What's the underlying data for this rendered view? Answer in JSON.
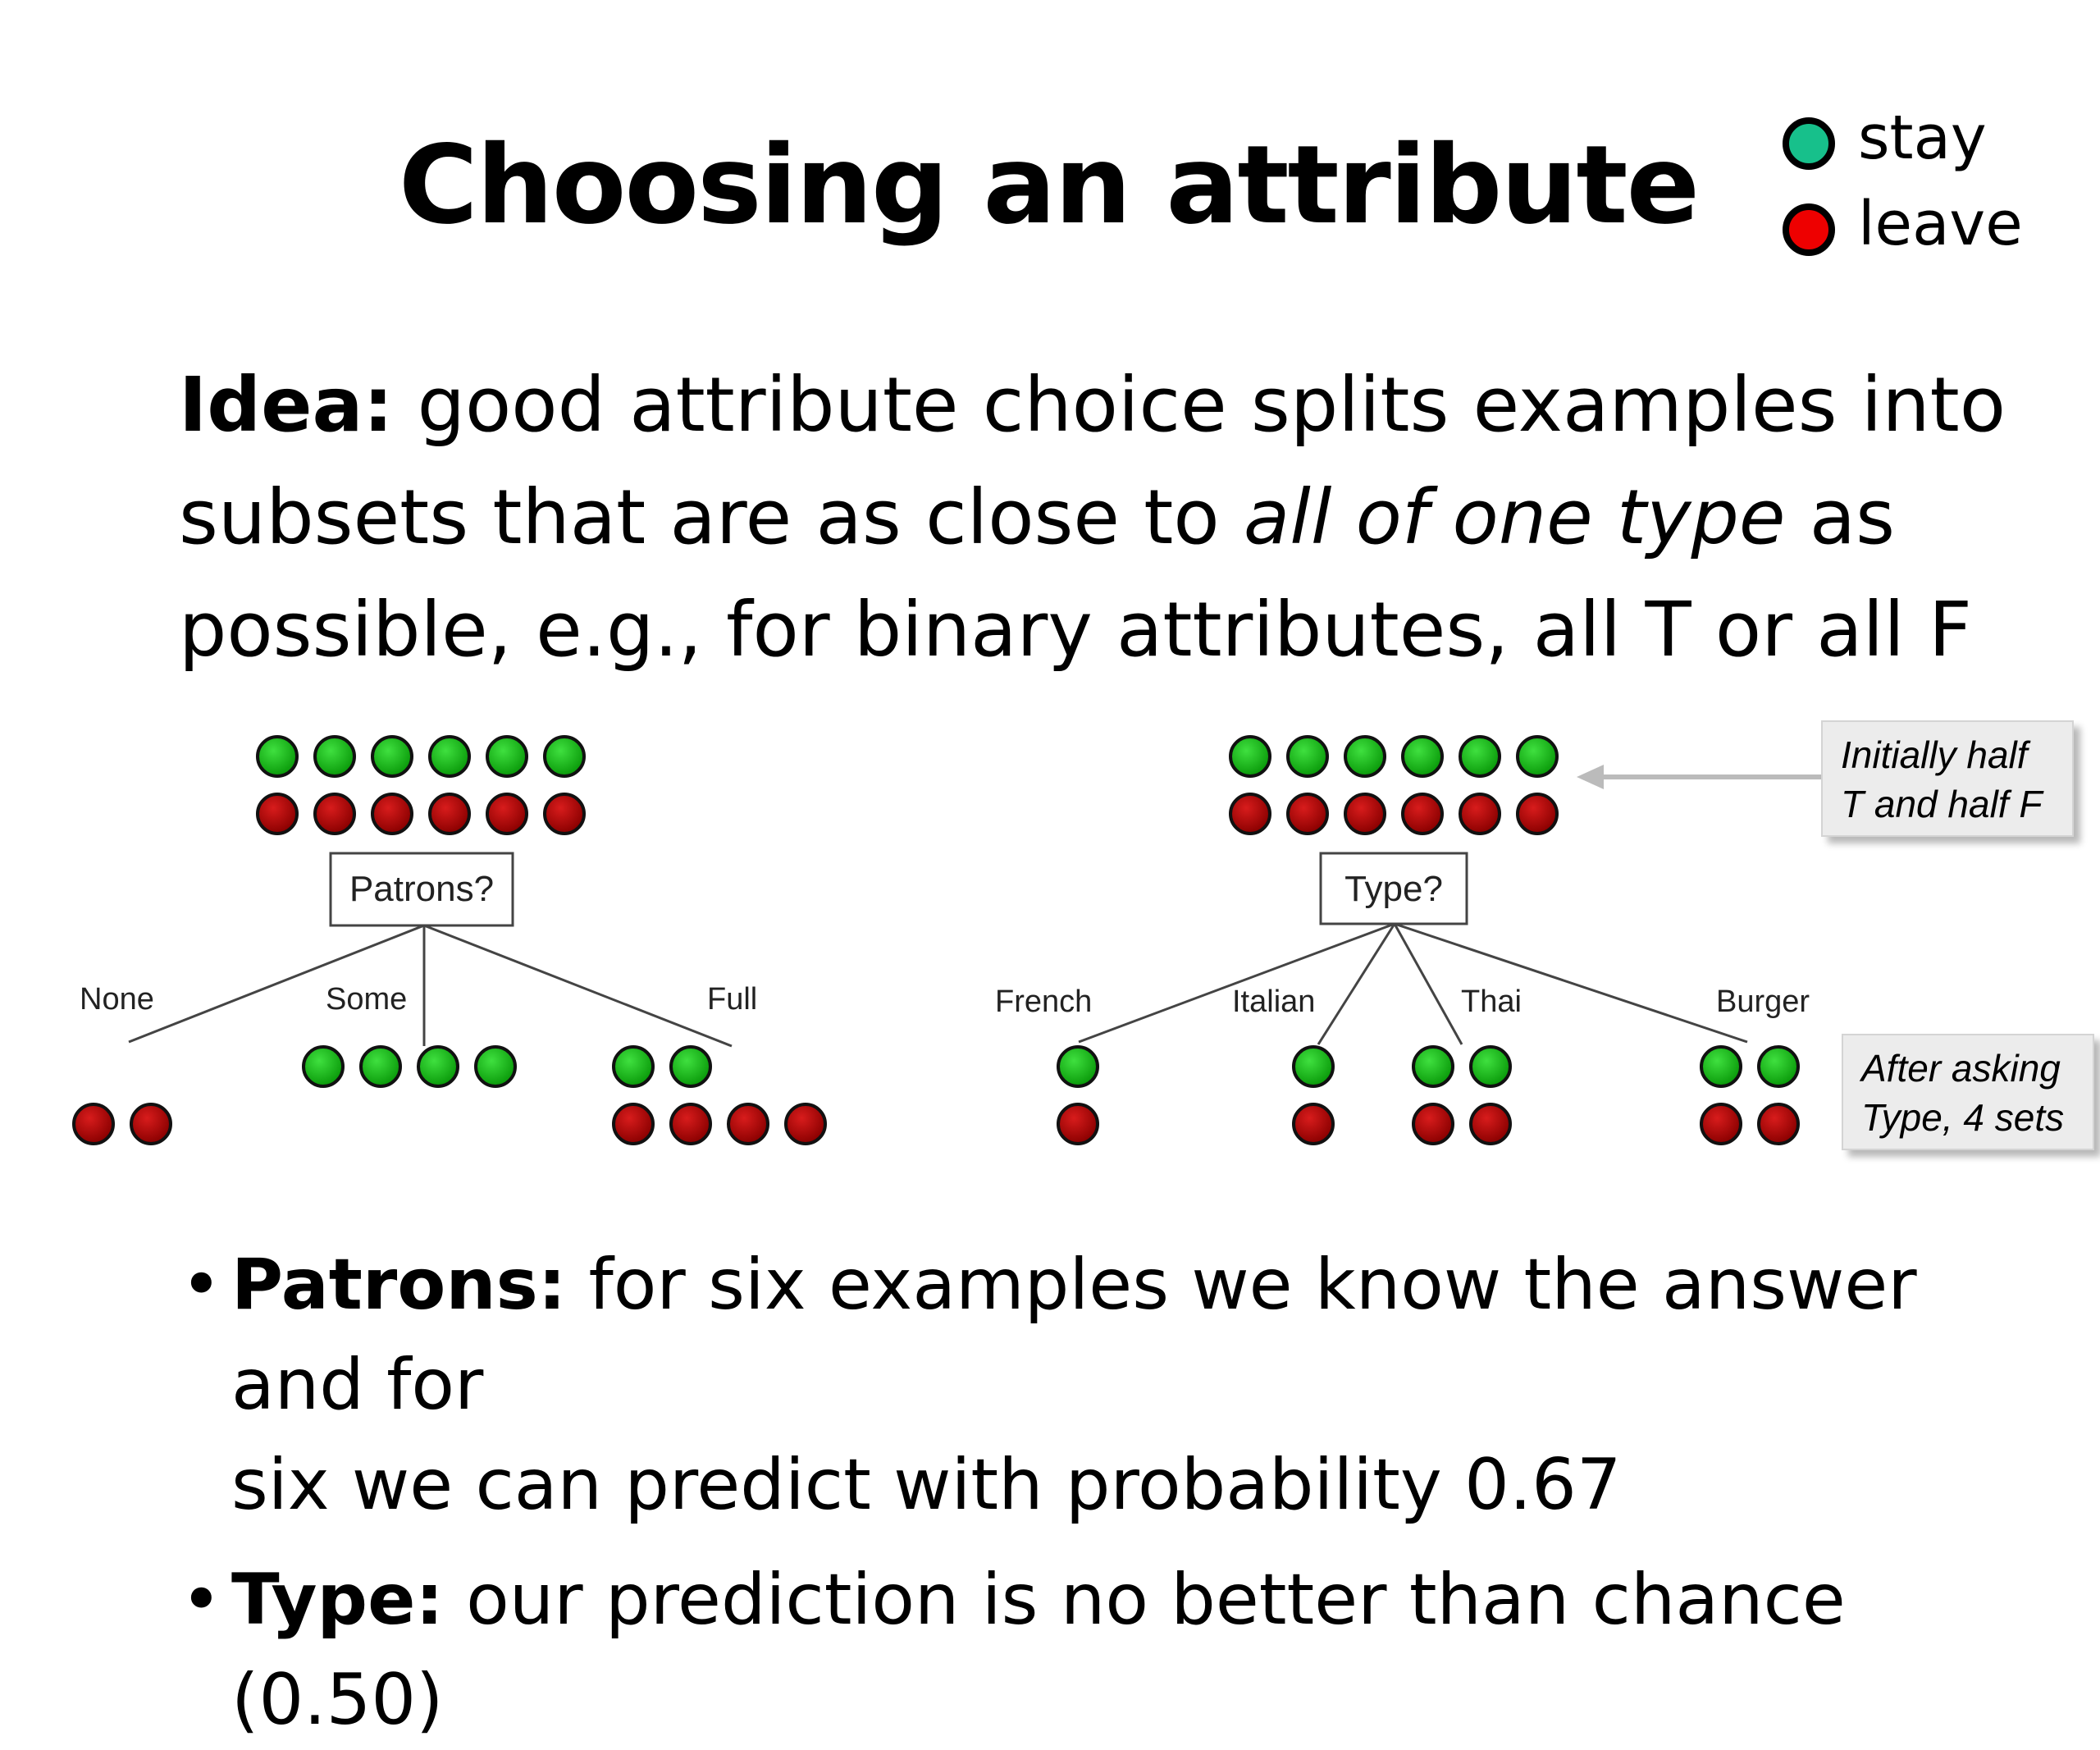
{
  "title": "Choosing an attribute",
  "legend": [
    {
      "label": "stay",
      "color": "#17c08b"
    },
    {
      "label": "leave",
      "color": "#ee0000"
    }
  ],
  "idea": {
    "bold": "Idea:",
    "line1": "good attribute choice splits examples into",
    "line2_pre": "subsets that are as close to ",
    "line2_italic": "all of one type",
    "line2_post": " as",
    "line3": "possible, e.g., for binary attributes, all T or all F"
  },
  "trees": {
    "patrons": {
      "node_label": "Patrons?",
      "root": {
        "stay": 6,
        "leave": 6
      },
      "branches": [
        {
          "label": "None",
          "stay": 0,
          "leave": 2
        },
        {
          "label": "Some",
          "stay": 4,
          "leave": 0
        },
        {
          "label": "Full",
          "stay": 2,
          "leave": 4
        }
      ]
    },
    "type": {
      "node_label": "Type?",
      "root": {
        "stay": 6,
        "leave": 6
      },
      "branches": [
        {
          "label": "French",
          "stay": 1,
          "leave": 1
        },
        {
          "label": "Italian",
          "stay": 1,
          "leave": 1
        },
        {
          "label": "Thai",
          "stay": 2,
          "leave": 2
        },
        {
          "label": "Burger",
          "stay": 2,
          "leave": 2
        }
      ]
    }
  },
  "notes": {
    "initial_line1": "Initially half",
    "initial_line2": "T and half F",
    "after_line1": "After asking",
    "after_line2": "Type, 4 sets"
  },
  "example_colors": {
    "stay": "#0aaa0a",
    "leave": "#bb0000"
  },
  "bullets": [
    {
      "bold": "Patrons:",
      "text": "for six examples we know the answer and for",
      "line2": "six we can predict with probability 0.67"
    },
    {
      "bold": "Type:",
      "text": "our prediction is no better than chance (0.50)"
    }
  ]
}
